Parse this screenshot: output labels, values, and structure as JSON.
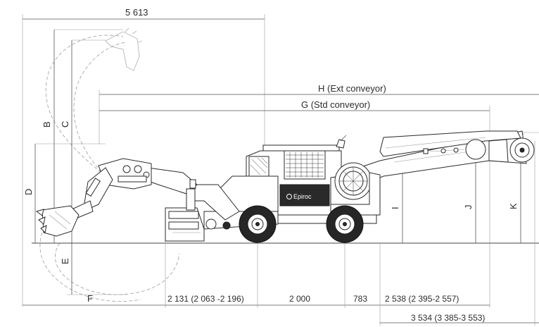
{
  "dimensions": {
    "overall_reach": "5 613",
    "ext_conveyor": "H (Ext conveyor)",
    "std_conveyor": "G (Std conveyor)",
    "label_B": "B",
    "label_C": "C",
    "label_D": "D",
    "label_E": "E",
    "label_F": "F",
    "label_I": "I",
    "label_J": "J",
    "label_K": "K",
    "front_to_axle": "2 131 (2 063 -2 196)",
    "wheelbase": "2 000",
    "rear_axle_offset": "783",
    "axle_to_tail": "2 538 (2 395-2 557)",
    "tail_total": "3 534 (3 385-3 553)"
  },
  "brand": {
    "badge": "Epiroc",
    "color": "#2a2a2a"
  }
}
